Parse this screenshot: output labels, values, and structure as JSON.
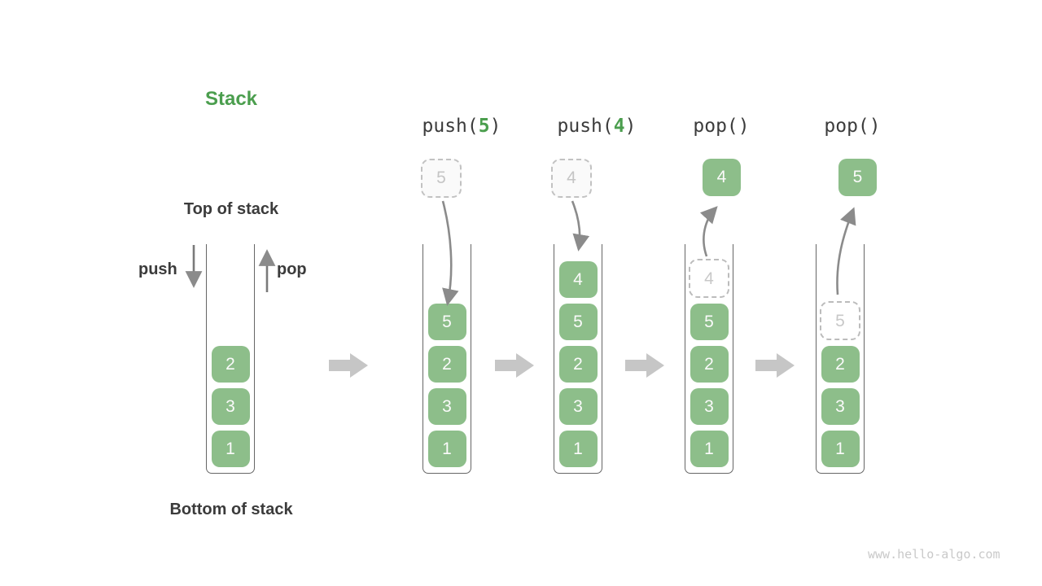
{
  "title": "Stack",
  "labels": {
    "top": "Top of stack",
    "bottom": "Bottom of stack",
    "push": "push",
    "pop": "pop"
  },
  "watermark": "www.hello-algo.com",
  "colors": {
    "block_green": "#8dbe8a",
    "accent_green": "#4b9e4e",
    "dark_text": "#3b3b3b",
    "thin_arrow_gray": "#8b8b8b",
    "big_arrow_gray": "#c6c6c6",
    "ghost_gray": "#c5c5c5",
    "vessel_wall": "#666666"
  },
  "columns": [
    {
      "name": "initial-stack",
      "blocks": [
        {
          "value": "2"
        },
        {
          "value": "3"
        },
        {
          "value": "1"
        }
      ]
    },
    {
      "name": "after-push-5",
      "op": {
        "pre": "push(",
        "arg": "5",
        "post": ")"
      },
      "float_box": {
        "value": "5",
        "type": "dashed"
      },
      "blocks": [
        {
          "value": "5"
        },
        {
          "value": "2"
        },
        {
          "value": "3"
        },
        {
          "value": "1"
        }
      ]
    },
    {
      "name": "after-push-4",
      "op": {
        "pre": "push(",
        "arg": "4",
        "post": ")"
      },
      "float_box": {
        "value": "4",
        "type": "dashed"
      },
      "blocks": [
        {
          "value": "4"
        },
        {
          "value": "5"
        },
        {
          "value": "2"
        },
        {
          "value": "3"
        },
        {
          "value": "1"
        }
      ]
    },
    {
      "name": "after-pop-first",
      "op": {
        "pre": "pop(",
        "arg": "",
        "post": ")"
      },
      "float_box": {
        "value": "4",
        "type": "solid"
      },
      "blocks": [
        {
          "value": "4",
          "ghost": true
        },
        {
          "value": "5"
        },
        {
          "value": "2"
        },
        {
          "value": "3"
        },
        {
          "value": "1"
        }
      ]
    },
    {
      "name": "after-pop-second",
      "op": {
        "pre": "pop(",
        "arg": "",
        "post": ")"
      },
      "float_box": {
        "value": "5",
        "type": "solid"
      },
      "blocks": [
        {
          "value": "5",
          "ghost": true
        },
        {
          "value": "2"
        },
        {
          "value": "3"
        },
        {
          "value": "1"
        }
      ]
    }
  ]
}
